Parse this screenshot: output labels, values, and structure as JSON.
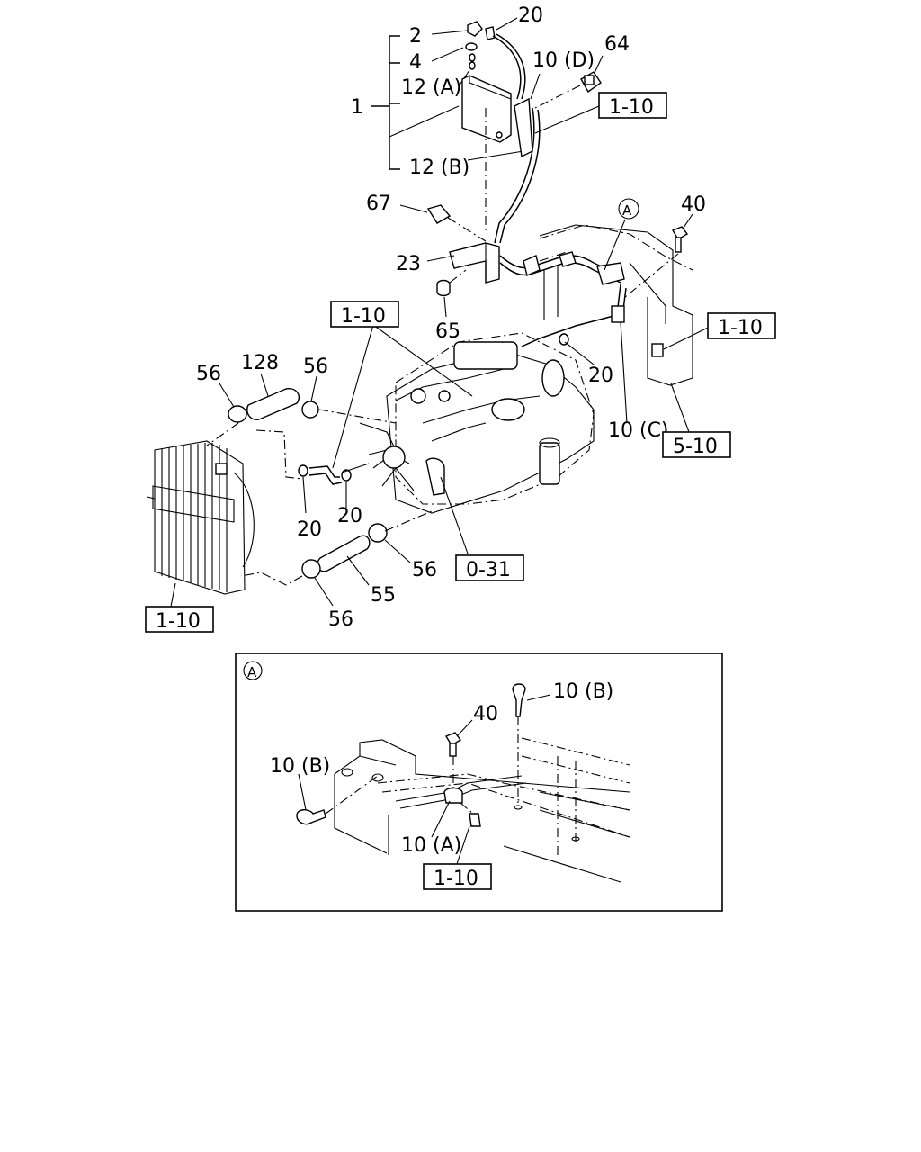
{
  "callouts": {
    "c1": "1",
    "c2": "2",
    "c4": "4",
    "c12a": "12 (A)",
    "c12b": "12 (B)",
    "c20_top": "20",
    "c10d": "10 (D)",
    "c64": "64",
    "c67": "67",
    "c23": "23",
    "c65": "65",
    "c40_top": "40",
    "cA_top": "A",
    "c56_left": "56",
    "c128": "128",
    "c56_mid": "56",
    "c20_right": "20",
    "c10c": "10 (C)",
    "c20_low1": "20",
    "c20_low2": "20",
    "c56_clamp": "56",
    "c55": "55",
    "c56_bottom": "56"
  },
  "references": {
    "r_top": "1-10",
    "r_midleft": "1-10",
    "r_right": "1-10",
    "r_5_10": "5-10",
    "r_0_31": "0-31",
    "r_bottom_left": "1-10"
  },
  "detail": {
    "marker": "A",
    "c10b_right": "10 (B)",
    "c40": "40",
    "c10b_left": "10 (B)",
    "c10a": "10 (A)",
    "ref": "1-10"
  }
}
